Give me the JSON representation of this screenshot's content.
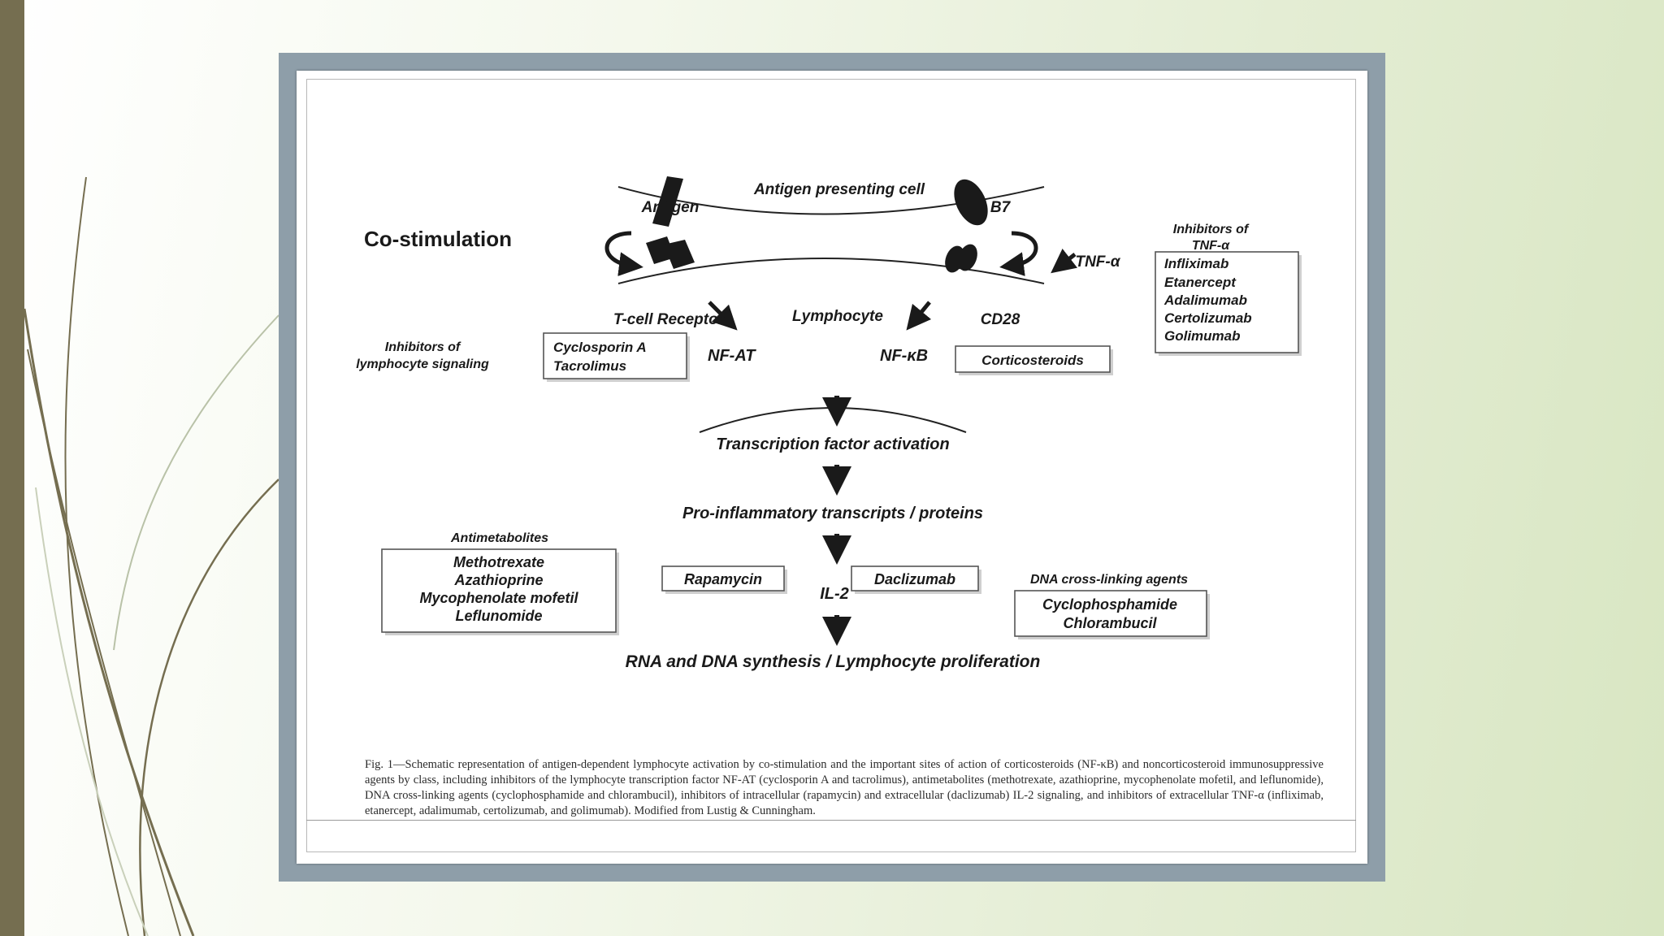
{
  "colors": {
    "accent_bar": "#756e50",
    "frame": "#8e9ea9",
    "background": "#e4edd4"
  },
  "diagram": {
    "apc": "Antigen presenting cell",
    "antigen": "Antigen",
    "b7": "B7",
    "costim": "Co-stimulation",
    "tcr": "T-cell Receptor",
    "lymphocyte": "Lymphocyte",
    "cd28": "CD28",
    "tnf": "TNF-α",
    "tnf_inhib_title": [
      "Inhibitors of",
      "TNF-α"
    ],
    "tnf_inhib_items": [
      "Infliximab",
      "Etanercept",
      "Adalimumab",
      "Certolizumab",
      "Golimumab"
    ],
    "lymph_inhib_title": [
      "Inhibitors of",
      "lymphocyte signaling"
    ],
    "cyclo_items": [
      "Cyclosporin A",
      "Tacrolimus"
    ],
    "nfat": "NF-AT",
    "nfkb": "NF-κB",
    "cortico": "Corticosteroids",
    "tfa": "Transcription factor activation",
    "pro": "Pro-inflammatory transcripts / proteins",
    "antimet_title": "Antimetabolites",
    "antimet_items": [
      "Methotrexate",
      "Azathioprine",
      "Mycophenolate mofetil",
      "Leflunomide"
    ],
    "rapa": "Rapamycin",
    "il2": "IL-2",
    "dacli": "Daclizumab",
    "dna_title": "DNA cross-linking agents",
    "dna_items": [
      "Cyclophosphamide",
      "Chlorambucil"
    ],
    "rna": "RNA and DNA synthesis / Lymphocyte proliferation"
  },
  "caption": "Fig. 1—Schematic representation of antigen-dependent lymphocyte activation by co-stimulation and the important sites of action of corticosteroids (NF-κB) and noncorticosteroid immunosuppressive agents by class, including inhibitors of the lymphocyte transcription factor NF-AT (cyclosporin A and tacrolimus), antimetabolites (methotrexate, azathioprine, mycophenolate mofetil, and leflunomide), DNA cross-linking agents (cyclophosphamide and chlorambucil), inhibitors of intracellular (rapamycin) and extracellular (daclizumab) IL-2 signaling, and inhibitors of extracellular TNF-α (infliximab, etanercept, adalimumab, certolizumab, and golimumab). Modified from Lustig & Cunningham."
}
